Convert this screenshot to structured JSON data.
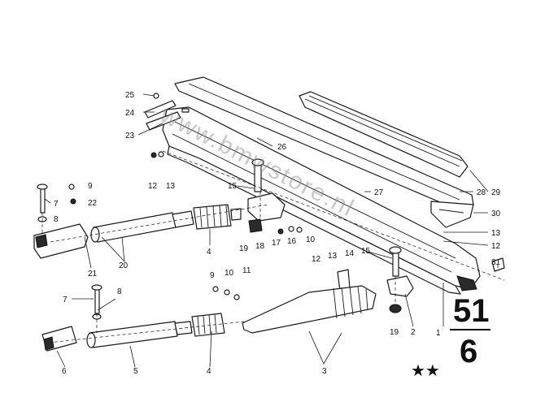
{
  "watermark": "www.bmwstore.nl",
  "group": {
    "main": "51",
    "sub": "6"
  },
  "stars": "★★",
  "callouts": {
    "c1": "1",
    "c2": "2",
    "c3": "3",
    "c4a": "4",
    "c4b": "4",
    "c5": "5",
    "c6": "6",
    "c7a": "7",
    "c7b": "7",
    "c8a": "8",
    "c8b": "8",
    "c9a": "9",
    "c9b": "9",
    "c10a": "10",
    "c10b": "10",
    "c11": "11",
    "c12a": "12",
    "c12b": "12",
    "c12c": "12",
    "c13a": "13",
    "c13b": "13",
    "c13c": "13",
    "c14": "14",
    "c15a": "15",
    "c15b": "15",
    "c16": "16",
    "c17": "17",
    "c18": "18",
    "c19a": "19",
    "c19b": "19",
    "c20": "20",
    "c21": "21",
    "c22": "22",
    "c23": "23",
    "c24": "24",
    "c25": "25",
    "c26": "26",
    "c27": "27",
    "c28": "28",
    "c29": "29",
    "c30": "30",
    "c31": "31"
  }
}
